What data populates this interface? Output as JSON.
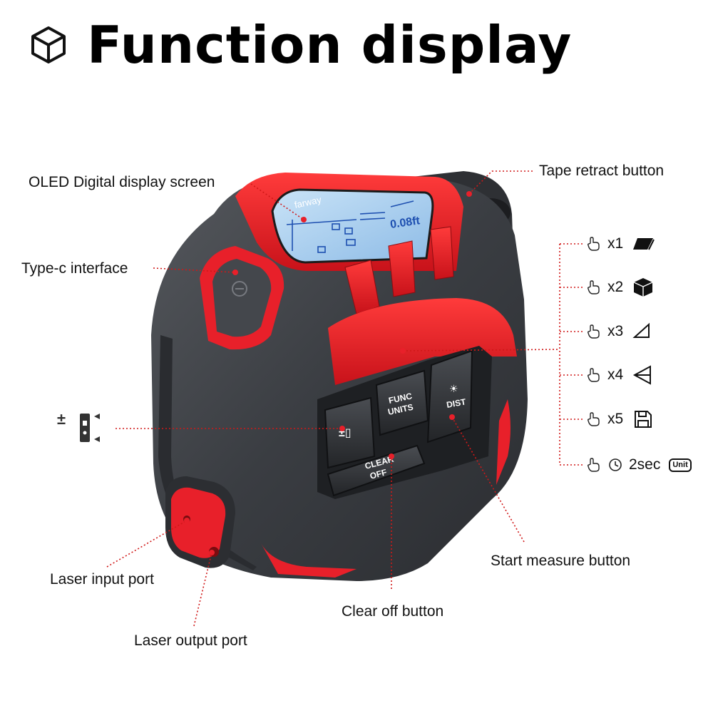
{
  "title": "Function display",
  "device": {
    "brand": "farway",
    "buttons": {
      "func": [
        "FUNC",
        "UNITS"
      ],
      "dist": "DIST",
      "clear": [
        "CLEAR",
        "OFF"
      ]
    },
    "display_reading": "0.08ft"
  },
  "callouts": {
    "oled": "OLED Digital display screen",
    "tape_retract": "Tape retract button",
    "typec": "Type-c interface",
    "laser_input": "Laser input port",
    "laser_output": "Laser output port",
    "clear_off": "Clear off button",
    "start_measure": "Start measure button"
  },
  "functions": [
    {
      "presses": "x1",
      "symbol": "area-icon"
    },
    {
      "presses": "x2",
      "symbol": "volume-cube-icon"
    },
    {
      "presses": "x3",
      "symbol": "triangle-icon"
    },
    {
      "presses": "x4",
      "symbol": "double-triangle-icon"
    },
    {
      "presses": "x5",
      "symbol": "floppy-disk-icon"
    },
    {
      "presses": "2sec",
      "symbol": "unit-icon",
      "unit_text": "Unit"
    }
  ],
  "colors": {
    "accent_red": "#e8202a",
    "body_dark": "#3a3d42",
    "screen_blue": "#9ec9ee",
    "leader_red": "#d01818"
  }
}
